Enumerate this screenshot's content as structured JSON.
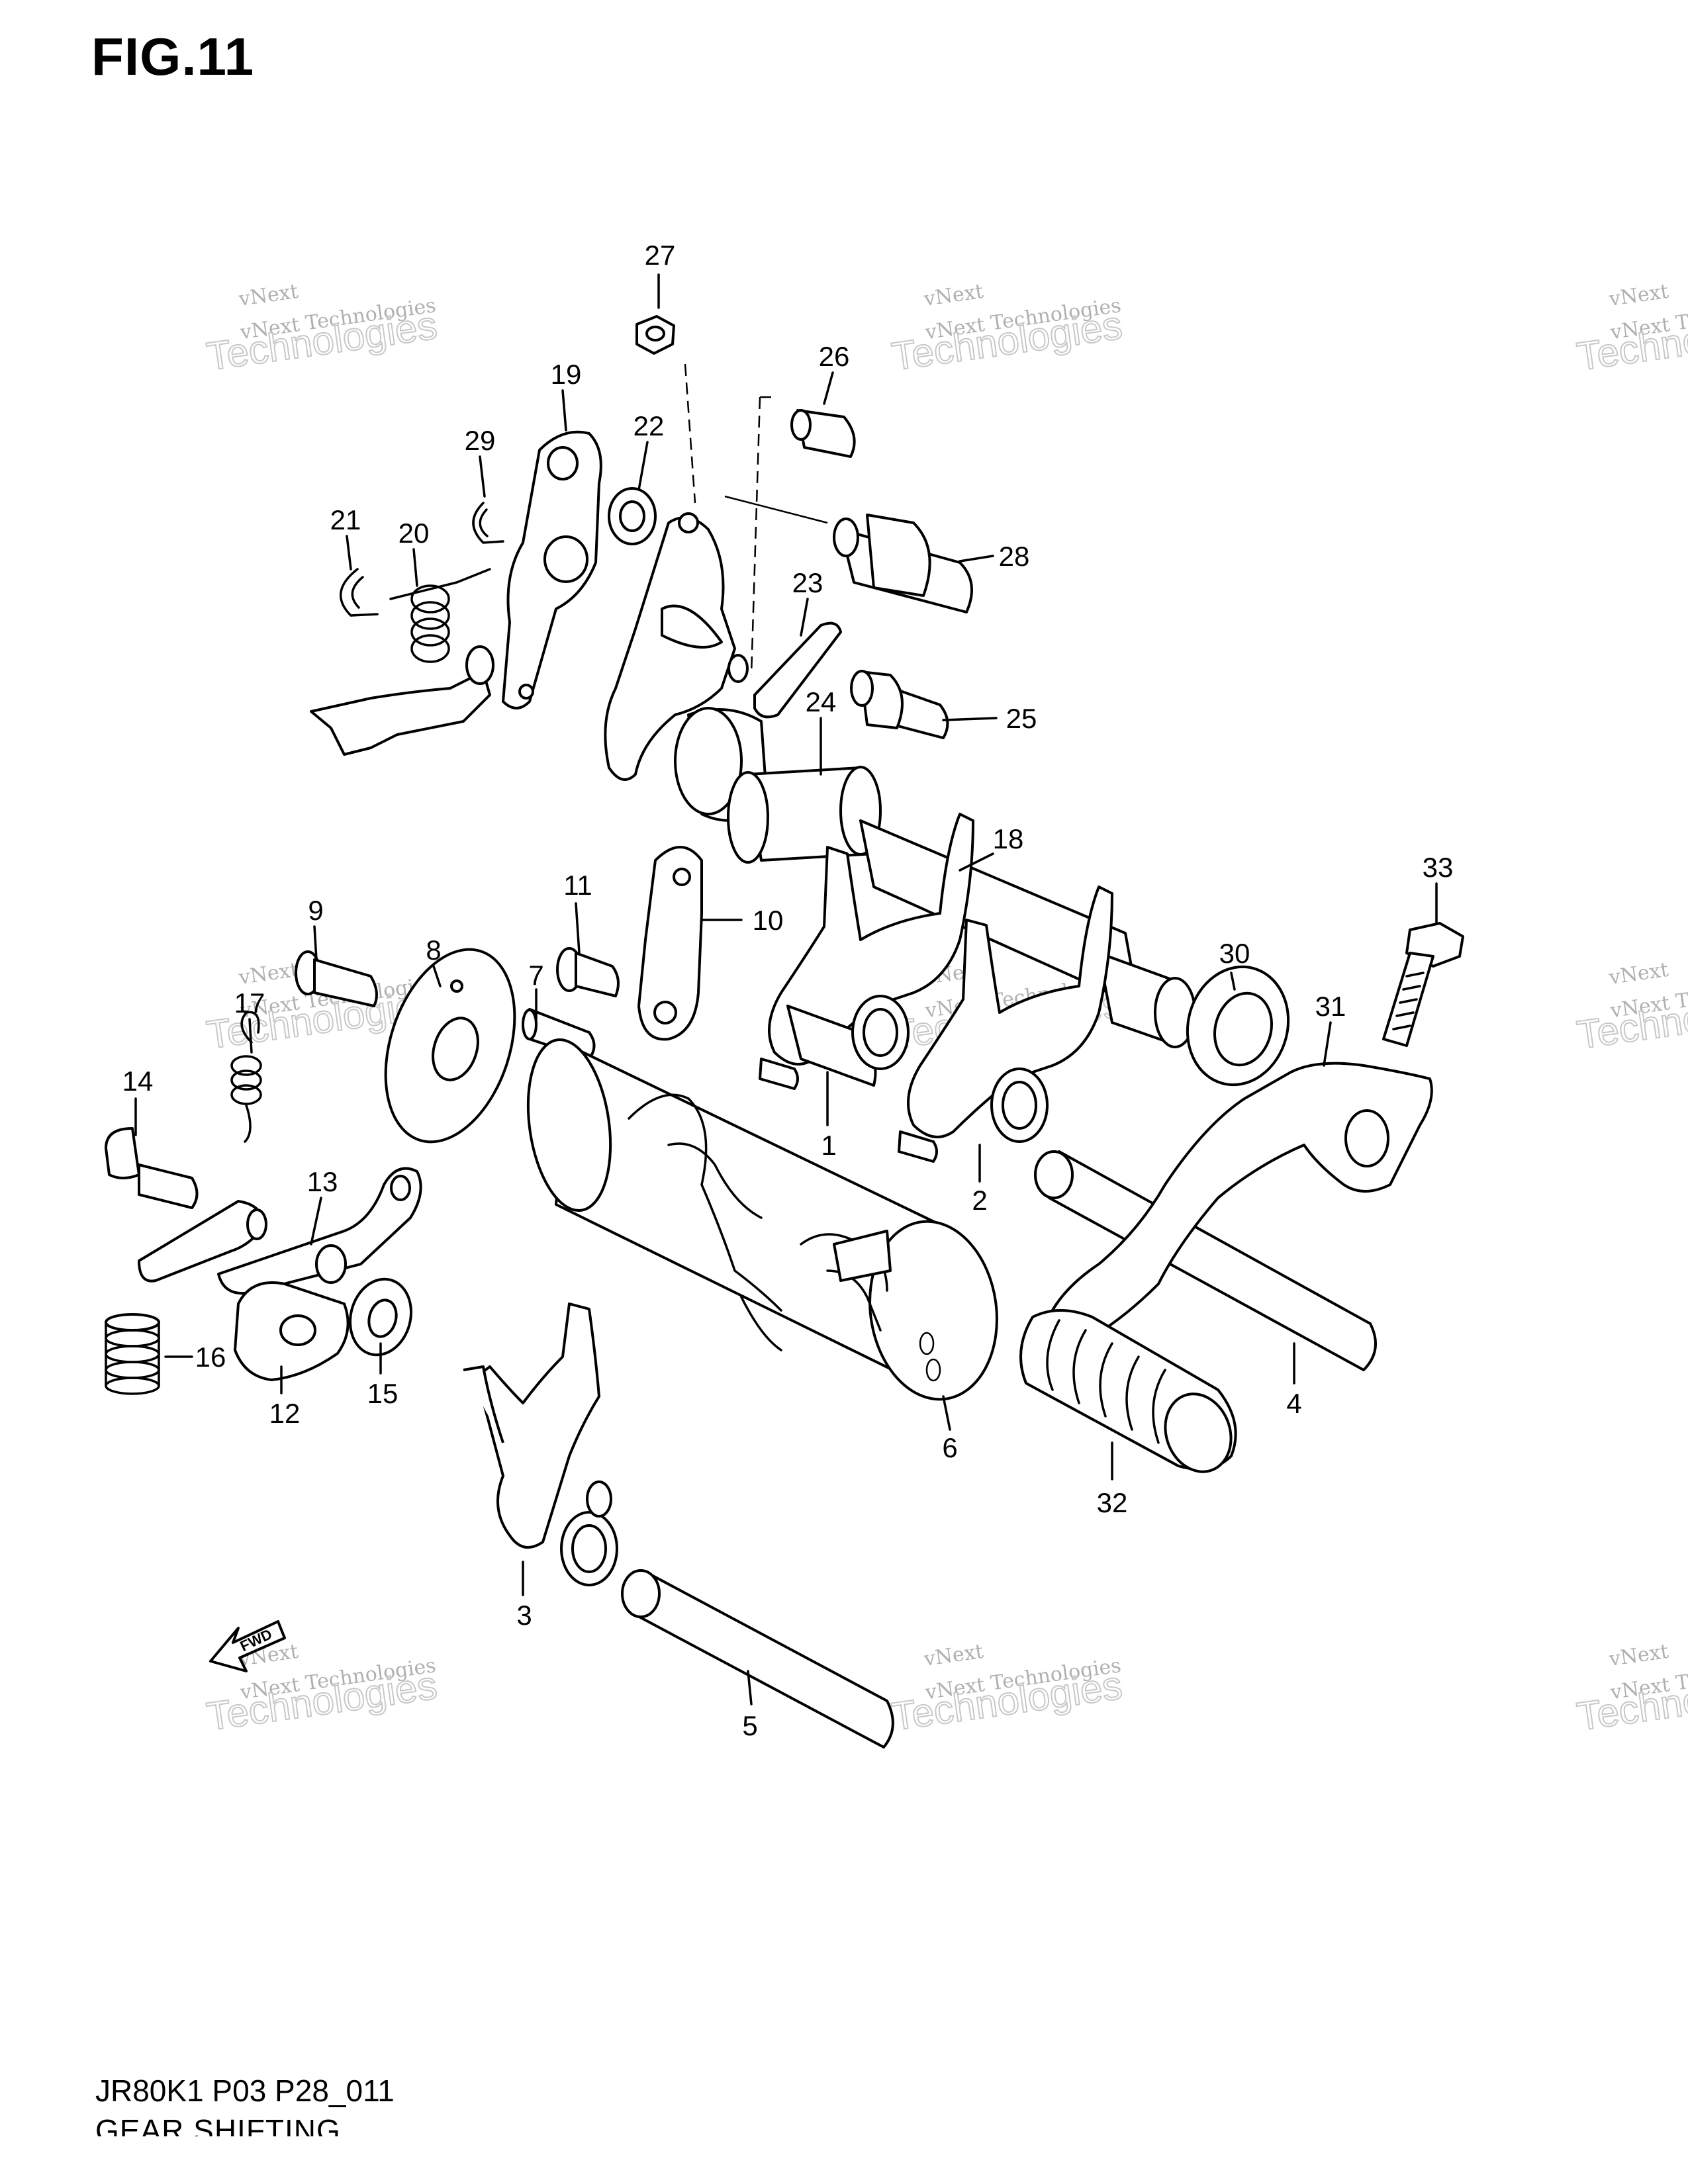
{
  "figure": {
    "title": "FIG.11",
    "code": "JR80K1 P03 P28_011",
    "section": "GEAR SHIFTING"
  },
  "direction_marker": "FWD",
  "watermark": {
    "line1": "vNext Technologies",
    "line2": "Technologies",
    "line3": "vNext"
  },
  "callouts": [
    "1",
    "2",
    "3",
    "4",
    "5",
    "6",
    "7",
    "8",
    "9",
    "10",
    "11",
    "12",
    "13",
    "14",
    "15",
    "16",
    "17",
    "18",
    "19",
    "20",
    "21",
    "22",
    "23",
    "24",
    "25",
    "26",
    "27",
    "28",
    "29",
    "30",
    "31",
    "32",
    "33"
  ]
}
